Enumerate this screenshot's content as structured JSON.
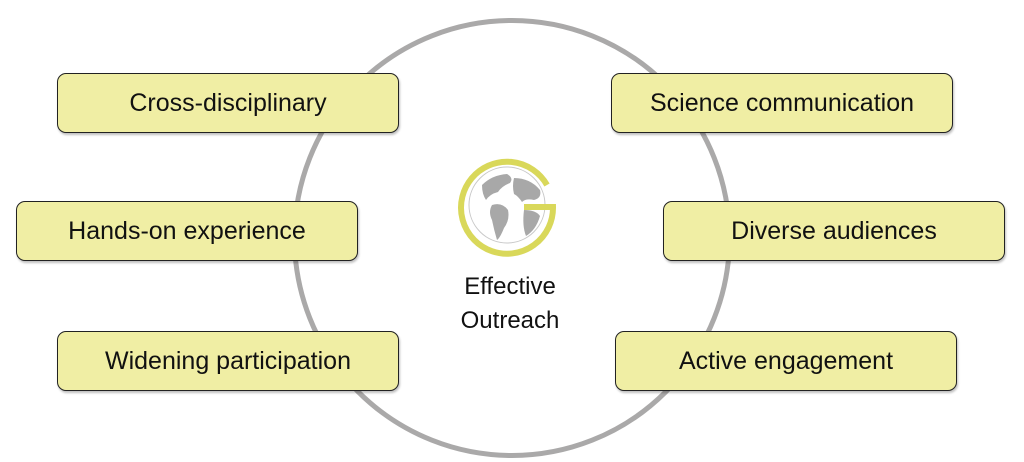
{
  "center": {
    "line1": "Effective",
    "line2": "Outreach",
    "logo_icon": "globe-g-logo-icon"
  },
  "colors": {
    "box_fill": "#f0eea4",
    "ring": "#aaa9a9",
    "logo_ring": "#d9d85a",
    "globe": "#a8a8a8"
  },
  "left_items": [
    {
      "label": "Cross-disciplinary"
    },
    {
      "label": "Hands-on experience"
    },
    {
      "label": "Widening participation"
    }
  ],
  "right_items": [
    {
      "label": "Science communication"
    },
    {
      "label": "Diverse audiences"
    },
    {
      "label": "Active engagement"
    }
  ]
}
